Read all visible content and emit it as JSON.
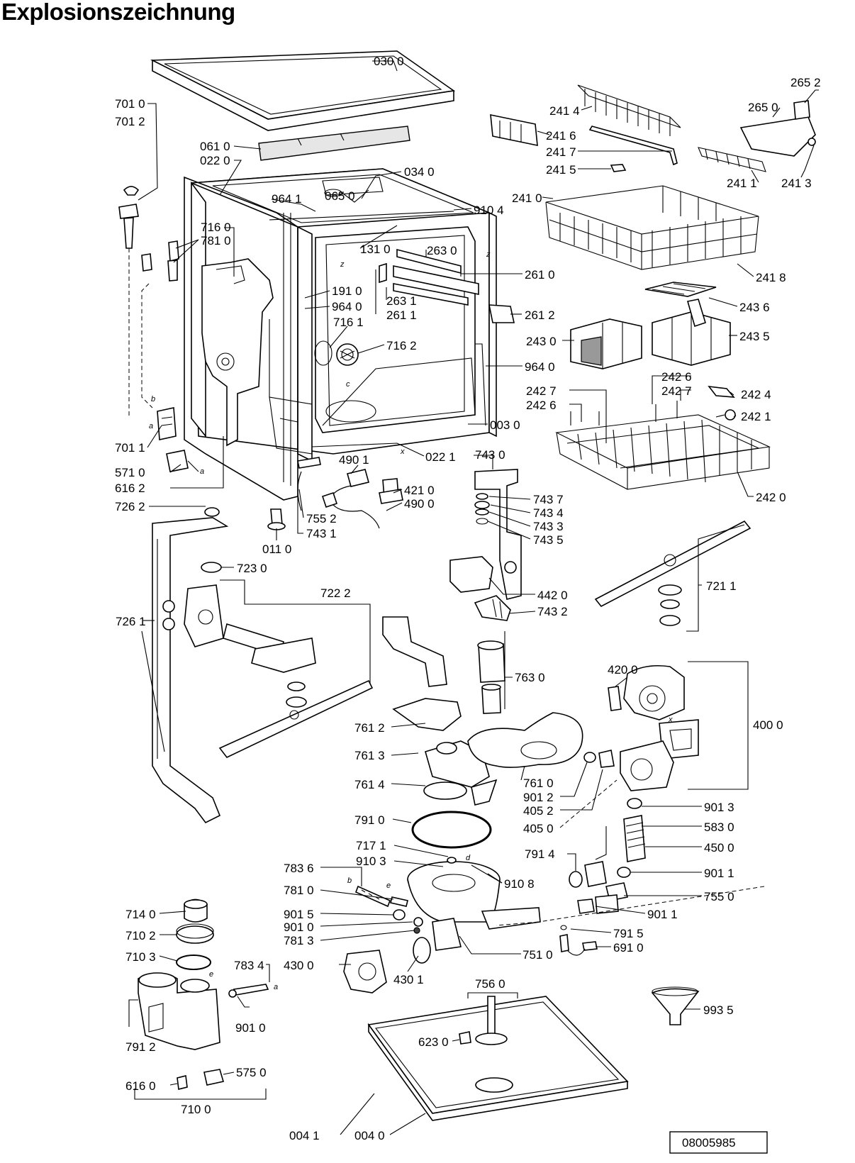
{
  "title": "Explosionszeichnung",
  "document_number": "08005985",
  "labels": [
    {
      "id": "030-0",
      "text": "030 0"
    },
    {
      "id": "701-0",
      "text": "701 0"
    },
    {
      "id": "701-2",
      "text": "701 2"
    },
    {
      "id": "061-0",
      "text": "061 0"
    },
    {
      "id": "022-0",
      "text": "022 0"
    },
    {
      "id": "034-0",
      "text": "034 0"
    },
    {
      "id": "964-1",
      "text": "964 1"
    },
    {
      "id": "065-0",
      "text": "065 0"
    },
    {
      "id": "910-4",
      "text": "910 4"
    },
    {
      "id": "716-0",
      "text": "716 0"
    },
    {
      "id": "781-0a",
      "text": "781 0"
    },
    {
      "id": "131-0",
      "text": "131 0"
    },
    {
      "id": "263-0",
      "text": "263 0"
    },
    {
      "id": "261-0",
      "text": "261 0"
    },
    {
      "id": "191-0",
      "text": "191 0"
    },
    {
      "id": "964-0a",
      "text": "964 0"
    },
    {
      "id": "263-1",
      "text": "263 1"
    },
    {
      "id": "261-1",
      "text": "261 1"
    },
    {
      "id": "261-2",
      "text": "261 2"
    },
    {
      "id": "716-1",
      "text": "716 1"
    },
    {
      "id": "716-2",
      "text": "716 2"
    },
    {
      "id": "964-0b",
      "text": "964 0"
    },
    {
      "id": "003-0",
      "text": "003 0"
    },
    {
      "id": "701-1",
      "text": "701 1"
    },
    {
      "id": "571-0",
      "text": "571 0"
    },
    {
      "id": "616-2",
      "text": "616 2"
    },
    {
      "id": "726-2",
      "text": "726 2"
    },
    {
      "id": "490-1",
      "text": "490 1"
    },
    {
      "id": "022-1",
      "text": "022 1"
    },
    {
      "id": "421-0",
      "text": "421 0"
    },
    {
      "id": "490-0",
      "text": "490 0"
    },
    {
      "id": "755-2",
      "text": "755 2"
    },
    {
      "id": "743-1",
      "text": "743 1"
    },
    {
      "id": "011-0",
      "text": "011 0"
    },
    {
      "id": "743-0",
      "text": "743 0"
    },
    {
      "id": "743-7",
      "text": "743 7"
    },
    {
      "id": "743-4",
      "text": "743 4"
    },
    {
      "id": "743-3",
      "text": "743 3"
    },
    {
      "id": "743-5",
      "text": "743 5"
    },
    {
      "id": "442-0",
      "text": "442 0"
    },
    {
      "id": "743-2",
      "text": "743 2"
    },
    {
      "id": "723-0",
      "text": "723 0"
    },
    {
      "id": "722-2",
      "text": "722 2"
    },
    {
      "id": "726-1",
      "text": "726 1"
    },
    {
      "id": "763-0",
      "text": "763 0"
    },
    {
      "id": "761-2",
      "text": "761 2"
    },
    {
      "id": "761-3",
      "text": "761 3"
    },
    {
      "id": "761-4",
      "text": "761 4"
    },
    {
      "id": "761-0",
      "text": "761 0"
    },
    {
      "id": "901-2",
      "text": "901 2"
    },
    {
      "id": "405-2",
      "text": "405 2"
    },
    {
      "id": "405-0",
      "text": "405 0"
    },
    {
      "id": "791-0",
      "text": "791 0"
    },
    {
      "id": "717-1",
      "text": "717 1"
    },
    {
      "id": "910-3",
      "text": "910 3"
    },
    {
      "id": "910-8",
      "text": "910 8"
    },
    {
      "id": "783-6",
      "text": "783 6"
    },
    {
      "id": "781-0b",
      "text": "781 0"
    },
    {
      "id": "901-5",
      "text": "901 5"
    },
    {
      "id": "901-0a",
      "text": "901 0"
    },
    {
      "id": "781-3",
      "text": "781 3"
    },
    {
      "id": "430-0",
      "text": "430 0"
    },
    {
      "id": "430-1",
      "text": "430 1"
    },
    {
      "id": "751-0",
      "text": "751 0"
    },
    {
      "id": "714-0",
      "text": "714 0"
    },
    {
      "id": "710-2",
      "text": "710 2"
    },
    {
      "id": "710-3",
      "text": "710 3"
    },
    {
      "id": "783-4",
      "text": "783 4"
    },
    {
      "id": "901-0b",
      "text": "901 0"
    },
    {
      "id": "791-2",
      "text": "791 2"
    },
    {
      "id": "616-0",
      "text": "616 0"
    },
    {
      "id": "575-0",
      "text": "575 0"
    },
    {
      "id": "710-0",
      "text": "710 0"
    },
    {
      "id": "756-0",
      "text": "756 0"
    },
    {
      "id": "623-0",
      "text": "623 0"
    },
    {
      "id": "004-1",
      "text": "004 1"
    },
    {
      "id": "004-0",
      "text": "004 0"
    },
    {
      "id": "993-5",
      "text": "993 5"
    },
    {
      "id": "691-0",
      "text": "691 0"
    },
    {
      "id": "791-5",
      "text": "791 5"
    },
    {
      "id": "901-1a",
      "text": "901 1"
    },
    {
      "id": "755-0",
      "text": "755 0"
    },
    {
      "id": "901-1b",
      "text": "901 1"
    },
    {
      "id": "791-4",
      "text": "791 4"
    },
    {
      "id": "450-0",
      "text": "450 0"
    },
    {
      "id": "583-0",
      "text": "583 0"
    },
    {
      "id": "901-3",
      "text": "901 3"
    },
    {
      "id": "400-0",
      "text": "400 0"
    },
    {
      "id": "420-0",
      "text": "420 0"
    },
    {
      "id": "721-1",
      "text": "721 1"
    },
    {
      "id": "242-0",
      "text": "242 0"
    },
    {
      "id": "242-1",
      "text": "242 1"
    },
    {
      "id": "242-4",
      "text": "242 4"
    },
    {
      "id": "242-6a",
      "text": "242 6"
    },
    {
      "id": "242-7a",
      "text": "242 7"
    },
    {
      "id": "242-6b",
      "text": "242 6"
    },
    {
      "id": "242-7b",
      "text": "242 7"
    },
    {
      "id": "243-0",
      "text": "243 0"
    },
    {
      "id": "243-5",
      "text": "243 5"
    },
    {
      "id": "243-6",
      "text": "243 6"
    },
    {
      "id": "241-8",
      "text": "241 8"
    },
    {
      "id": "241-0",
      "text": "241 0"
    },
    {
      "id": "241-5",
      "text": "241 5"
    },
    {
      "id": "241-7",
      "text": "241 7"
    },
    {
      "id": "241-6",
      "text": "241 6"
    },
    {
      "id": "241-4",
      "text": "241 4"
    },
    {
      "id": "241-1",
      "text": "241 1"
    },
    {
      "id": "241-3",
      "text": "241 3"
    },
    {
      "id": "265-0",
      "text": "265 0"
    },
    {
      "id": "265-2",
      "text": "265 2"
    }
  ],
  "letters": [
    {
      "id": "z1",
      "text": "z"
    },
    {
      "id": "z2",
      "text": "z"
    },
    {
      "id": "c",
      "text": "c"
    },
    {
      "id": "b1",
      "text": "b"
    },
    {
      "id": "a1",
      "text": "a"
    },
    {
      "id": "a2",
      "text": "a"
    },
    {
      "id": "x1",
      "text": "x"
    },
    {
      "id": "x2",
      "text": "x"
    },
    {
      "id": "b2",
      "text": "b"
    },
    {
      "id": "e1",
      "text": "e"
    },
    {
      "id": "d",
      "text": "d"
    },
    {
      "id": "e2",
      "text": "e"
    },
    {
      "id": "a3",
      "text": "a"
    }
  ]
}
